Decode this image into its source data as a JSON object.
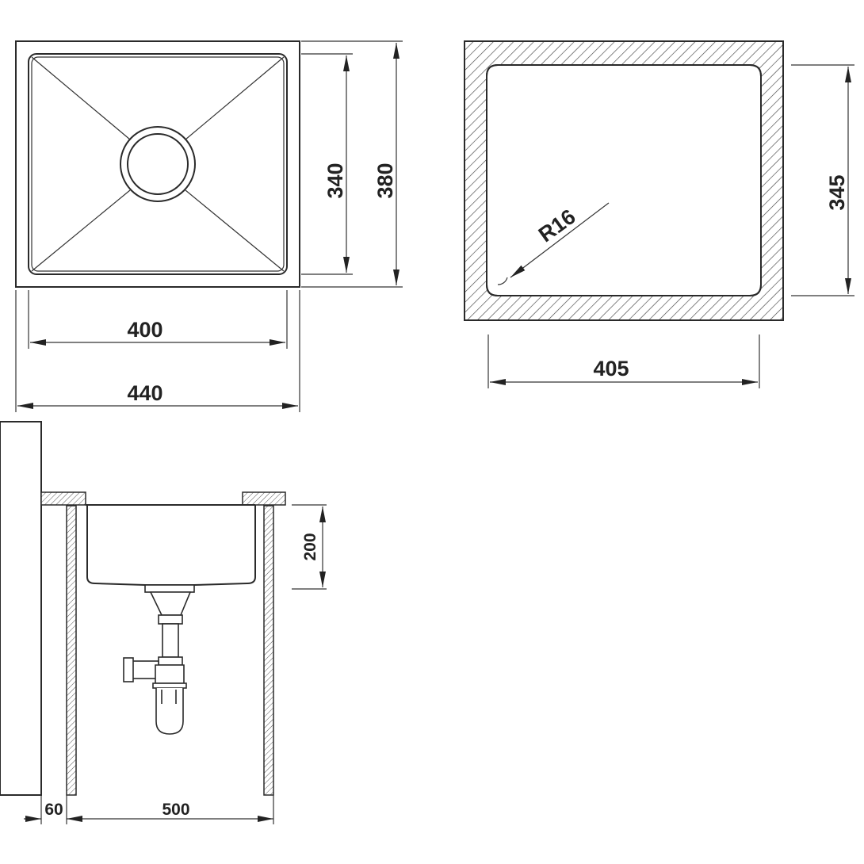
{
  "top_view": {
    "inner_width": "400",
    "outer_width": "440",
    "inner_depth": "340",
    "outer_depth": "380"
  },
  "cutout_view": {
    "width": "405",
    "depth": "345",
    "corner_radius": "R16"
  },
  "section_view": {
    "bowl_depth": "200",
    "offset": "60",
    "cabinet_width": "500"
  },
  "colors": {
    "line": "#2a2a2a",
    "background": "#ffffff"
  }
}
